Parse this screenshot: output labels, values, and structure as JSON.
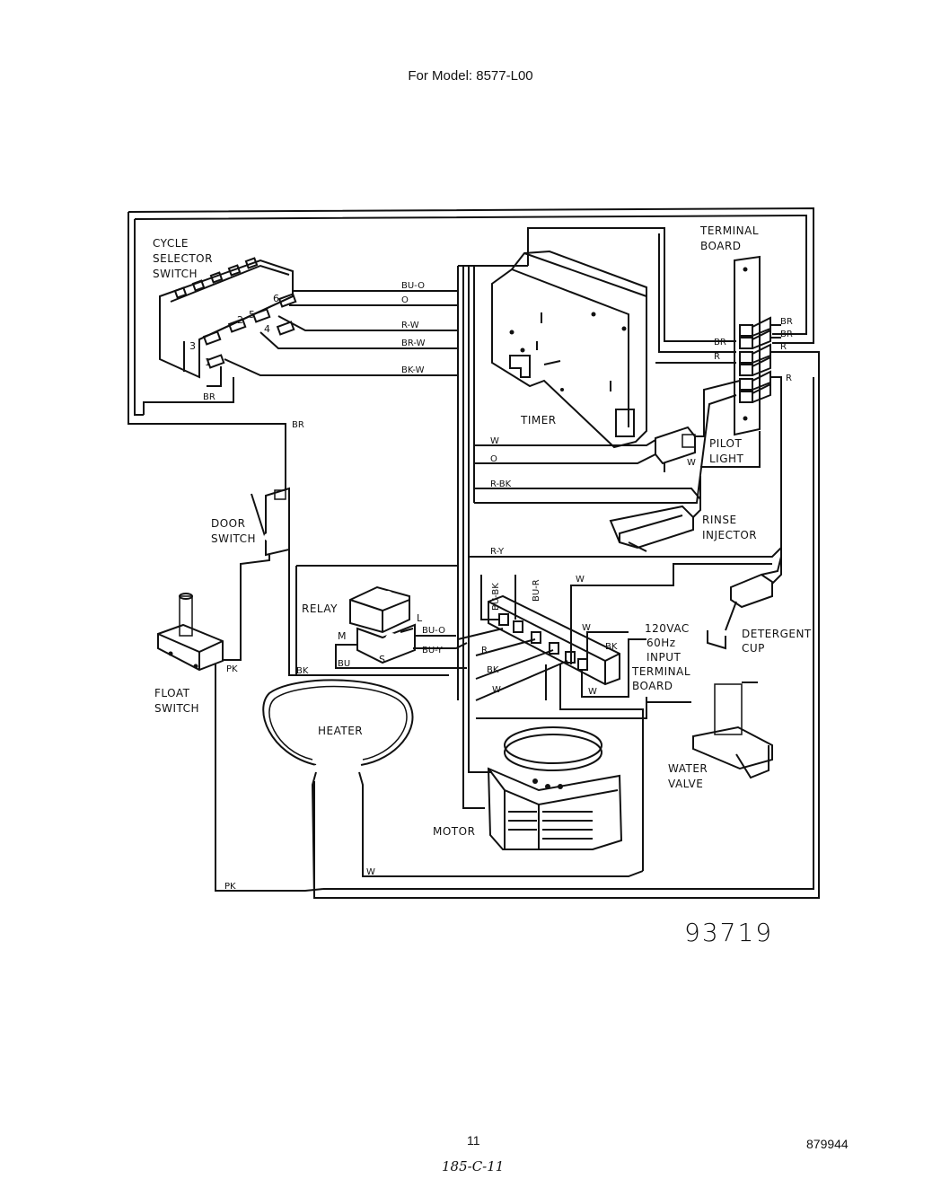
{
  "header": {
    "title": "For Model: 8577-L00"
  },
  "components": {
    "cycle_selector": "CYCLE SELECTOR SWITCH",
    "cycle_selector_lines": [
      "CYCLE",
      "SELECTOR",
      "SWITCH"
    ],
    "terminal_board": [
      "TERMINAL",
      "BOARD"
    ],
    "timer": "TIMER",
    "pilot_light": [
      "PILOT",
      "LIGHT"
    ],
    "rinse_injector": [
      "RINSE",
      "INJECTOR"
    ],
    "door_switch": [
      "DOOR",
      "SWITCH"
    ],
    "relay": "RELAY",
    "float_switch": [
      "FLOAT",
      "SWITCH"
    ],
    "detergent_cup": [
      "DETERGENT",
      "CUP"
    ],
    "input_terminal_board": [
      "120VAC",
      "60Hz",
      "INPUT",
      "TERMINAL",
      "BOARD"
    ],
    "heater": "HEATER",
    "water_valve": [
      "WATER",
      "VALVE"
    ],
    "motor": "MOTOR"
  },
  "switch_terminals": [
    "1",
    "2",
    "3",
    "4",
    "5",
    "6"
  ],
  "relay_terminals": {
    "m": "M",
    "l": "L",
    "s": "S"
  },
  "wire_labels": {
    "bu_o": "BU-O",
    "o": "O",
    "r_w": "R-W",
    "br_w": "BR-W",
    "bk_w": "BK-W",
    "br": "BR",
    "r": "R",
    "w": "W",
    "r_bk": "R-BK",
    "r_y": "R-Y",
    "bu_bk": "BU-BK",
    "bu_r": "BU-R",
    "bu_y": "BU-Y",
    "bu": "BU",
    "bk": "BK",
    "pk": "PK"
  },
  "footer": {
    "drawing_number": "93719",
    "page_number": "11",
    "part_number": "879944",
    "handwritten": "185-C-11"
  }
}
